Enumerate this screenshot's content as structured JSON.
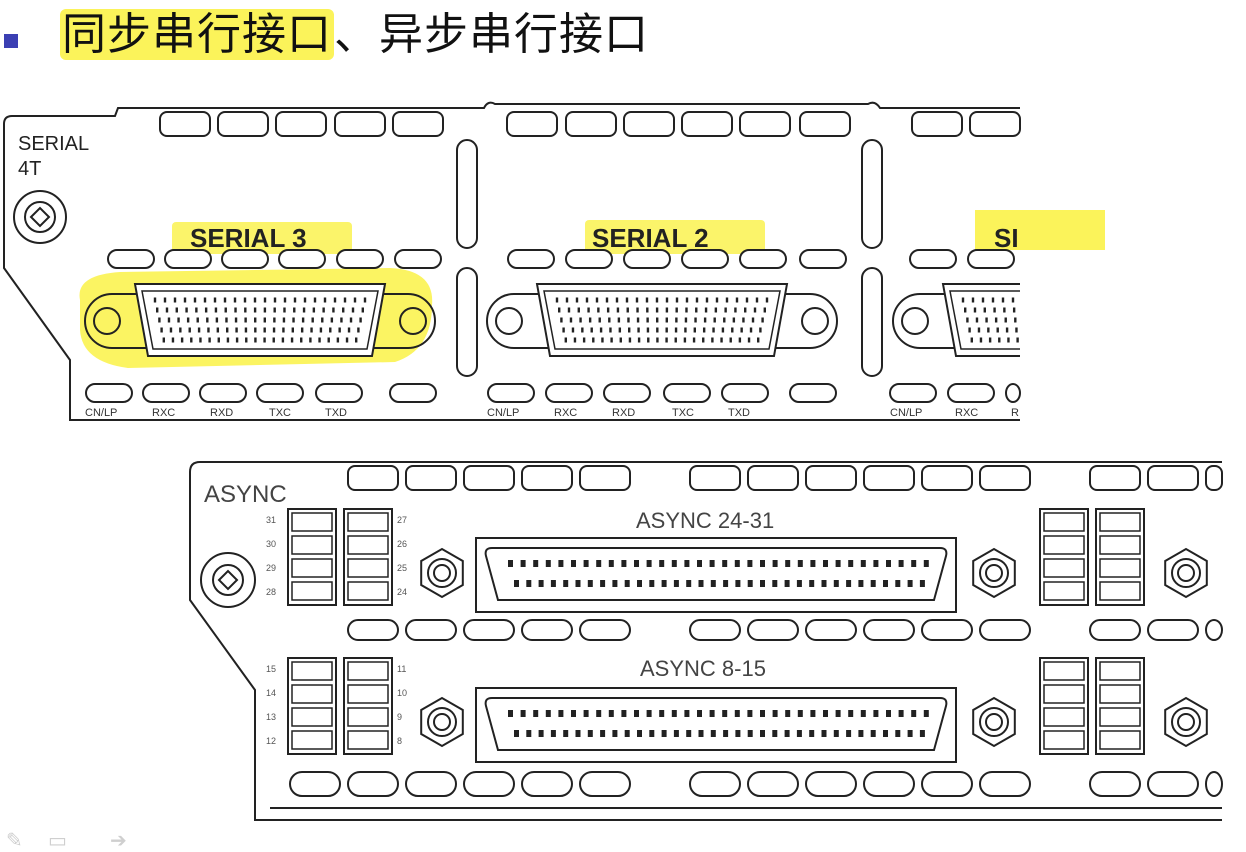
{
  "slide": {
    "title_highlight": "同步串行接口",
    "title_rest": "、异步串行接口"
  },
  "serial_module": {
    "label_line1": "SERIAL",
    "label_line2": "4T",
    "ports": [
      {
        "name": "SERIAL 3",
        "highlighted": true
      },
      {
        "name": "SERIAL 2",
        "highlighted": true
      },
      {
        "name": "SI",
        "highlighted": true
      }
    ],
    "led_labels": [
      "CN/LP",
      "RXC",
      "RXD",
      "TXC",
      "TXD"
    ],
    "partial_led_labels": [
      "CN/LP",
      "RXC",
      "R"
    ]
  },
  "async_module": {
    "label": "ASYNC",
    "ports": [
      {
        "name": "ASYNC 24-31",
        "left_numbers": [
          "31",
          "30",
          "29",
          "28"
        ],
        "right_numbers": [
          "27",
          "26",
          "25",
          "24"
        ]
      },
      {
        "name": "ASYNC 8-15",
        "left_numbers": [
          "15",
          "14",
          "13",
          "12"
        ],
        "right_numbers": [
          "11",
          "10",
          "9",
          "8"
        ]
      }
    ]
  },
  "colors": {
    "highlight": "#fbf35a",
    "bullet": "#3b3fb3",
    "line": "#222222"
  },
  "nav_icons": [
    "edit-icon",
    "slide-icon",
    "next-arrow-icon"
  ]
}
